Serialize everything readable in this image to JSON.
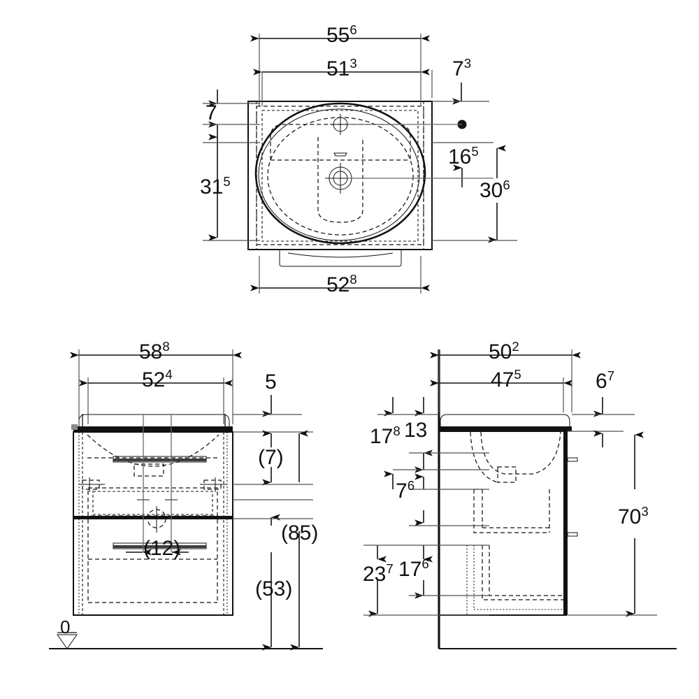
{
  "drawing": {
    "title": "Washbasin vanity unit dimensioned drawing",
    "units": "cm",
    "datum_label": "0",
    "views": [
      {
        "id": "plan",
        "name": "top-view-plan"
      },
      {
        "id": "front",
        "name": "front-elevation"
      },
      {
        "id": "side",
        "name": "side-elevation"
      }
    ]
  },
  "plan_view": {
    "name": "top-view-plan",
    "dimensions": {
      "overall_width": {
        "value": "55",
        "exp": "6",
        "label": "55.6"
      },
      "basin_width": {
        "value": "51",
        "exp": "3",
        "label": "51.3"
      },
      "right_offset": {
        "value": "7",
        "exp": "3",
        "label": "7.3"
      },
      "top_offset": {
        "value": "7",
        "exp": "",
        "label": "7"
      },
      "left_depth": {
        "value": "31",
        "exp": "5",
        "label": "31.5"
      },
      "tap_offset": {
        "value": "16",
        "exp": "5",
        "label": "16.5"
      },
      "right_depth": {
        "value": "30",
        "exp": "6",
        "label": "30.6"
      },
      "bottom_width": {
        "value": "52",
        "exp": "8",
        "label": "52.8"
      }
    }
  },
  "front_view": {
    "name": "front-elevation",
    "dimensions": {
      "cabinet_width": {
        "value": "58",
        "exp": "8",
        "label": "58.8"
      },
      "inner_width": {
        "value": "52",
        "exp": "4",
        "label": "52.4"
      },
      "top_gap": {
        "value": "5",
        "exp": "",
        "label": "5"
      },
      "upper_drawer": {
        "value": "(7)",
        "exp": "",
        "label": "(7)"
      },
      "handle_gap": {
        "value": "(12)",
        "exp": "",
        "label": "(12)"
      },
      "overall_height": {
        "value": "(85)",
        "exp": "",
        "label": "(85)"
      },
      "cabinet_height": {
        "value": "(53)",
        "exp": "",
        "label": "(53)"
      },
      "datum": {
        "value": "0",
        "exp": "",
        "label": "0"
      }
    }
  },
  "side_view": {
    "name": "side-elevation",
    "dimensions": {
      "overall_depth": {
        "value": "50",
        "exp": "2",
        "label": "50.2"
      },
      "cabinet_depth": {
        "value": "47",
        "exp": "5",
        "label": "47.5"
      },
      "rear_offset": {
        "value": "6",
        "exp": "7",
        "label": "6.7"
      },
      "basin_height": {
        "value": "17",
        "exp": "8",
        "label": "17.8"
      },
      "rim_thickness": {
        "value": "13",
        "exp": "",
        "label": "13"
      },
      "waste_height": {
        "value": "7",
        "exp": "6",
        "label": "7.6"
      },
      "lower_total": {
        "value": "23",
        "exp": "7",
        "label": "23.7"
      },
      "lower_inner": {
        "value": "17",
        "exp": "6",
        "label": "17.6"
      },
      "total_height": {
        "value": "70",
        "exp": "3",
        "label": "70.3"
      }
    }
  },
  "colors": {
    "line": "#121212",
    "extension": "#4f4f4f",
    "background": "#ffffff"
  }
}
